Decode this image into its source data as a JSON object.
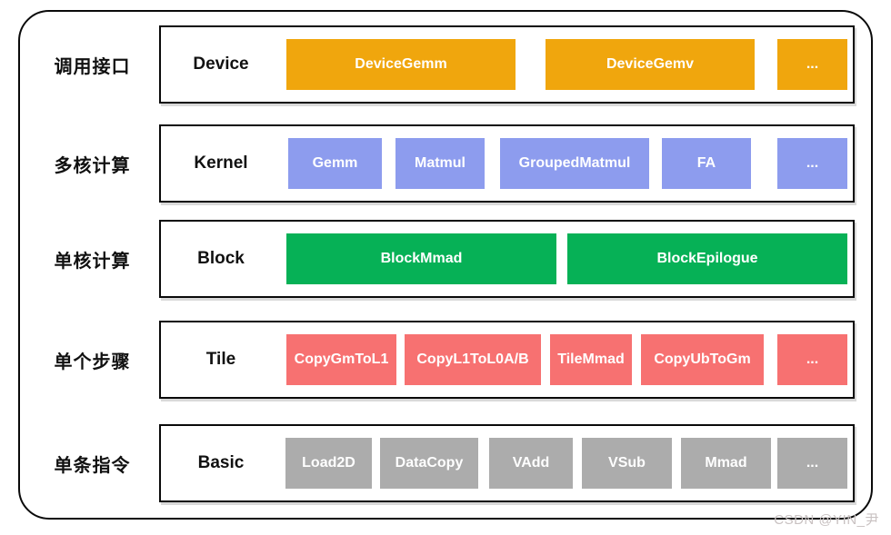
{
  "watermark": "CSDN @YIN_尹",
  "colors": {
    "device": "#F0A60D",
    "kernel": "#8D9CEE",
    "block": "#06B156",
    "tile": "#F77171",
    "basic": "#ACACAC",
    "button_text": "#FFFFFF",
    "border": "#0A0A0A",
    "watermark_text": "#C9C2C2"
  },
  "rows": [
    {
      "category": "调用接口",
      "group": "Device",
      "color": "#F0A60D",
      "items": [
        "DeviceGemm",
        "DeviceGemv",
        "..."
      ]
    },
    {
      "category": "多核计算",
      "group": "Kernel",
      "color": "#8D9CEE",
      "items": [
        "Gemm",
        "Matmul",
        "GroupedMatmul",
        "FA",
        "..."
      ]
    },
    {
      "category": "单核计算",
      "group": "Block",
      "color": "#06B156",
      "items": [
        "BlockMmad",
        "BlockEpilogue"
      ]
    },
    {
      "category": "单个步骤",
      "group": "Tile",
      "color": "#F77171",
      "items": [
        "CopyGmToL1",
        "CopyL1ToL0A/B",
        "TileMmad",
        "CopyUbToGm",
        "..."
      ]
    },
    {
      "category": "单条指令",
      "group": "Basic",
      "color": "#ACACAC",
      "items": [
        "Load2D",
        "DataCopy",
        "VAdd",
        "VSub",
        "Mmad",
        "..."
      ]
    }
  ]
}
